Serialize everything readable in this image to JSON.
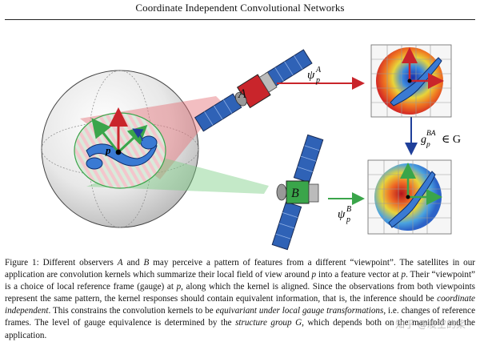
{
  "header": {
    "title": "Coordinate Independent Convolutional Networks"
  },
  "figure": {
    "satellite_a_label": "A",
    "satellite_b_label": "B",
    "kernel_a_label": "ψ",
    "kernel_a_sub": "p",
    "kernel_a_sup": "A",
    "kernel_b_label": "ψ",
    "kernel_b_sub": "p",
    "kernel_b_sup": "B",
    "gauge_label": "g",
    "gauge_sub": "p",
    "gauge_sup": "BA",
    "gauge_member": "∈ G",
    "point_label": "p",
    "colors": {
      "red_sat": "#c9252b",
      "green_sat": "#3aa54a",
      "arrow_red": "#c9252b",
      "arrow_green": "#3aa54a",
      "arrow_blue": "#1f3f9a",
      "panel_blue": "#2c5fa8"
    }
  },
  "caption": {
    "label": "Figure 1:",
    "text_1": "Different observers ",
    "var_a": "A",
    "text_2": " and ",
    "var_b": "B",
    "text_3": " may perceive a pattern of features from a different “viewpoint”. The satellites in our application are convolution kernels which summarize their local field of view around ",
    "var_p1": "p",
    "text_4": " into a feature vector at ",
    "var_p2": "p",
    "text_5": ". Their “viewpoint” is a choice of local reference frame (gauge) at ",
    "var_p3": "p",
    "text_6": ", along which the kernel is aligned. Since the observations from both viewpoints represent the same pattern, the kernel responses should contain equivalent information, that is, the inference should be ",
    "em_1": "coordinate independent",
    "text_7": ". This constrains the convolution kernels to be ",
    "em_2": "equivariant under local gauge transformations",
    "text_8": ", i.e. changes of reference frames. The level of gauge equivalence is determined by the ",
    "em_3": "structure group",
    "text_9": " ",
    "var_g": "G",
    "text_10": ", which depends both on the manifold and the application."
  },
  "watermark": "知乎 @凌空的桨"
}
